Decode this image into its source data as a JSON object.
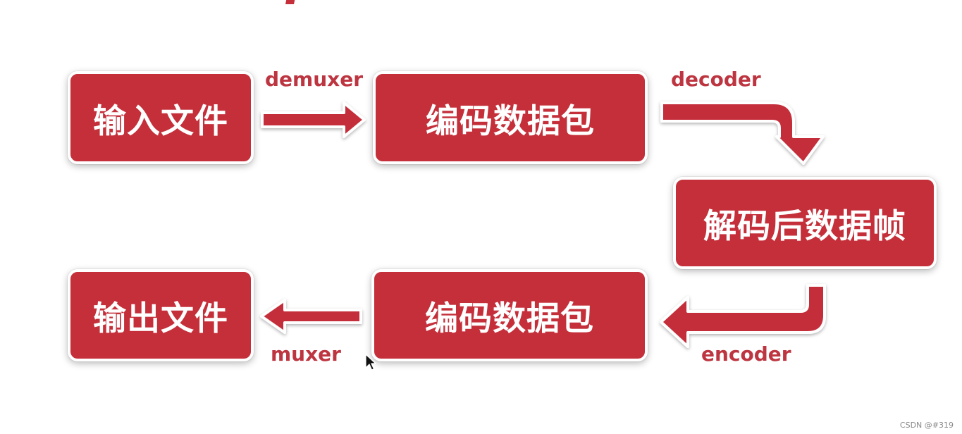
{
  "diagram": {
    "nodes": {
      "input_file": "输入文件",
      "encoded_packets_top": "编码数据包",
      "decoded_frames": "解码后数据帧",
      "encoded_packets_bottom": "编码数据包",
      "output_file": "输出文件"
    },
    "edges": {
      "demuxer": "demuxer",
      "decoder": "decoder",
      "encoder": "encoder",
      "muxer": "muxer"
    }
  },
  "watermark": "CSDN @#319",
  "colors": {
    "box_fill": "#c42f3a",
    "label_text": "#bd3540",
    "arrow_fill": "#c42f3a"
  }
}
